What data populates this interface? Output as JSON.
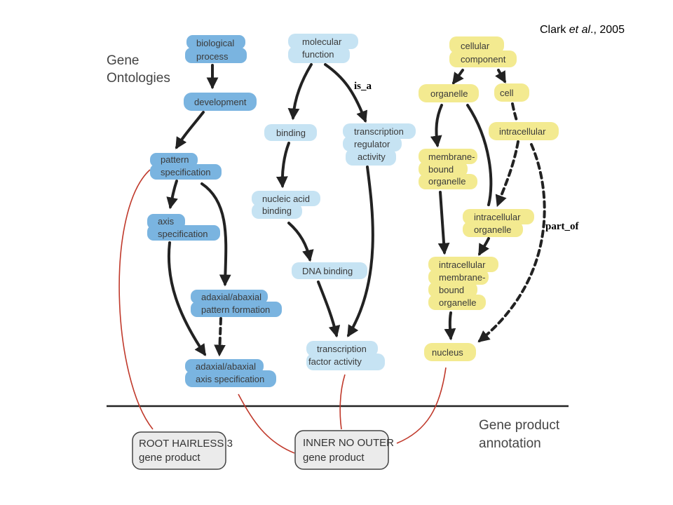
{
  "citation": {
    "prefix": "Clark ",
    "italic": "et al",
    "suffix": "., 2005"
  },
  "headings": {
    "ontologies": [
      "Gene",
      "Ontologies"
    ],
    "annotation": [
      "Gene product",
      "annotation"
    ]
  },
  "relation_labels": {
    "is_a": "is_a",
    "part_of": "part_of"
  },
  "colors": {
    "biological_process": "#7ab4e0",
    "molecular_function": "#c6e3f3",
    "cellular_component": "#f3ea90",
    "gene_product_fill": "#ebebeb",
    "arrow": "#222222",
    "annotation_link": "#c0392b"
  },
  "biological_process": {
    "bp_root": [
      "biological",
      "process"
    ],
    "development": [
      "development"
    ],
    "pattern_spec": [
      "pattern",
      "specification"
    ],
    "axis_spec": [
      "axis",
      "specification"
    ],
    "adaxial_pattern": [
      "adaxial/abaxial",
      "pattern formation"
    ],
    "adaxial_axis": [
      "adaxial/abaxial",
      "axis specification"
    ]
  },
  "molecular_function": {
    "mf_root": [
      "molecular",
      "function"
    ],
    "binding": [
      "binding"
    ],
    "nucleic_acid": [
      "nucleic acid",
      "binding"
    ],
    "dna_binding": [
      "DNA binding"
    ],
    "tx_regulator": [
      "transcription",
      "regulator",
      "activity"
    ],
    "tx_factor": [
      "transcription",
      "factor activity"
    ]
  },
  "cellular_component": {
    "cc_root": [
      "cellular",
      "component"
    ],
    "organelle": [
      "organelle"
    ],
    "cell": [
      "cell"
    ],
    "intracellular": [
      "intracellular"
    ],
    "membrane_bound": [
      "membrane-",
      "bound",
      "organelle"
    ],
    "intracellular_organelle": [
      "intracellular",
      "organelle"
    ],
    "intracellular_membrane": [
      "intracellular",
      "membrane-",
      "bound",
      "organelle"
    ],
    "nucleus": [
      "nucleus"
    ]
  },
  "gene_products": {
    "root_hairless": [
      "ROOT HAIRLESS 3",
      "gene product"
    ],
    "inner_no_outer": [
      "INNER NO OUTER",
      "gene product"
    ]
  }
}
